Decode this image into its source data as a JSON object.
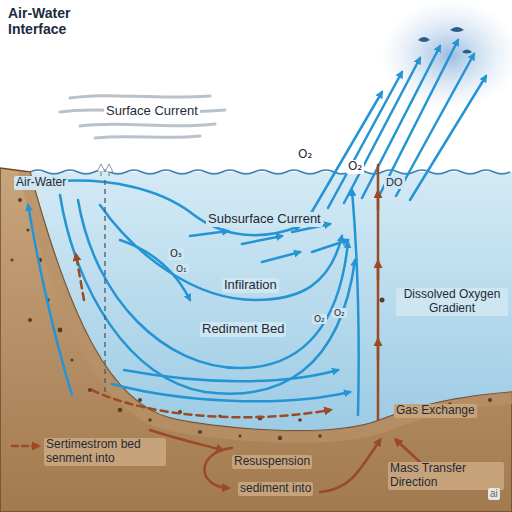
{
  "diagram": {
    "title": "Air-Water Interface",
    "labels": [
      "Surface Current",
      "Air-Water",
      "O₂",
      "O₂",
      "DO",
      "Subsurface Current",
      "O₃",
      "O₁",
      "Infilration",
      "Rediment Bed",
      "O₂",
      "O₂",
      "Dissolved Oxygen Gradient",
      "Gas Exchange",
      "Resuspension",
      "sediment into",
      "Mass Transfer Direction",
      "ai"
    ],
    "legend": [
      {
        "text": "Sertimestrom bed senment into"
      }
    ]
  }
}
